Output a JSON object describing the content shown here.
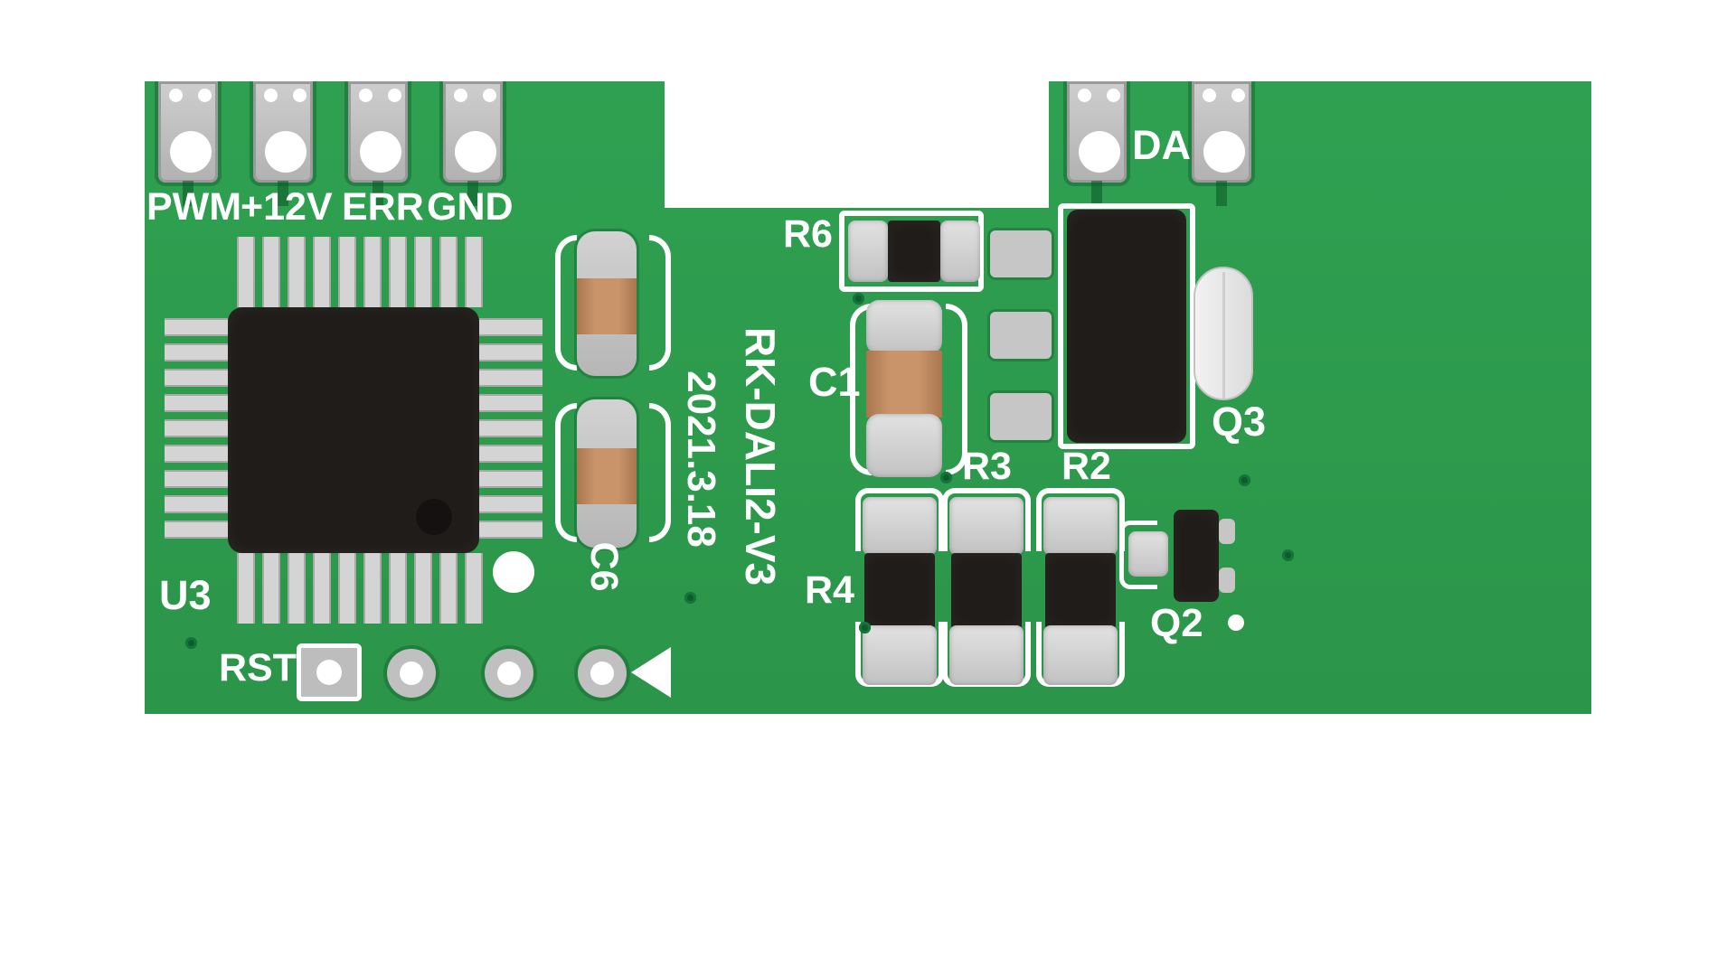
{
  "board": {
    "model": "RK-DALI2-V3",
    "date": "2021.3.18"
  },
  "connectors": {
    "pwm": "PWM",
    "v12": "+12V",
    "err": "ERR",
    "gnd": "GND",
    "da": "DA"
  },
  "refs": {
    "u3": "U3",
    "rst": "RST",
    "c6": "C6",
    "r6": "R6",
    "c1": "C1",
    "q3": "Q3",
    "r3": "R3",
    "r2": "R2",
    "r4": "R4",
    "q2": "Q2"
  },
  "colors": {
    "background": "#ffffff",
    "board_green": "#2d9a4c",
    "trace_dark_green": "#1e7a3c",
    "silkscreen_white": "#ffffff",
    "pad_gray": "#c6c6c6",
    "component_black": "#201c1a",
    "capacitor_tan": "#c9946a"
  }
}
